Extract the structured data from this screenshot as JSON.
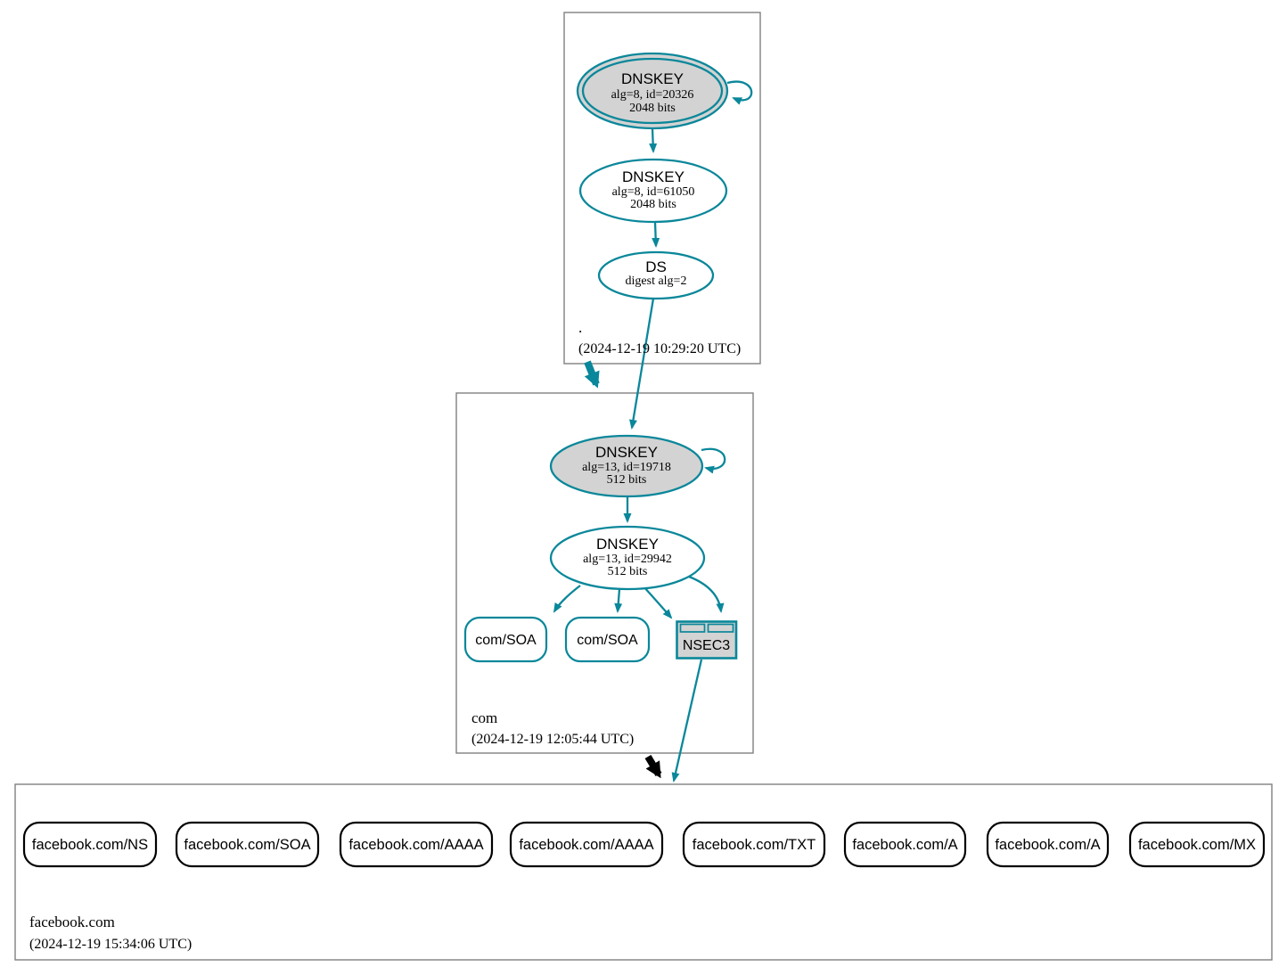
{
  "colors": {
    "secure": "#0a879a",
    "insecure_black": "#000000",
    "key_node_fill": "#d3d3d3",
    "zone_border": "#808080"
  },
  "zones": {
    "root": {
      "name": ".",
      "timestamp": "(2024-12-19 10:29:20 UTC)",
      "nodes": {
        "ksk": {
          "title": "DNSKEY",
          "detail": "alg=8, id=20326",
          "size": "2048 bits"
        },
        "zsk": {
          "title": "DNSKEY",
          "detail": "alg=8, id=61050",
          "size": "2048 bits"
        },
        "ds": {
          "title": "DS",
          "detail": "digest alg=2"
        }
      }
    },
    "com": {
      "name": "com",
      "timestamp": "(2024-12-19 12:05:44 UTC)",
      "nodes": {
        "ksk": {
          "title": "DNSKEY",
          "detail": "alg=13, id=19718",
          "size": "512 bits"
        },
        "zsk": {
          "title": "DNSKEY",
          "detail": "alg=13, id=29942",
          "size": "512 bits"
        },
        "soa1": {
          "label": "com/SOA"
        },
        "soa2": {
          "label": "com/SOA"
        },
        "nsec3": {
          "label": "NSEC3"
        }
      }
    },
    "facebook": {
      "name": "facebook.com",
      "timestamp": "(2024-12-19 15:34:06 UTC)",
      "rrsets": [
        {
          "label": "facebook.com/NS"
        },
        {
          "label": "facebook.com/SOA"
        },
        {
          "label": "facebook.com/AAAA"
        },
        {
          "label": "facebook.com/AAAA"
        },
        {
          "label": "facebook.com/TXT"
        },
        {
          "label": "facebook.com/A"
        },
        {
          "label": "facebook.com/A"
        },
        {
          "label": "facebook.com/MX"
        }
      ]
    }
  }
}
